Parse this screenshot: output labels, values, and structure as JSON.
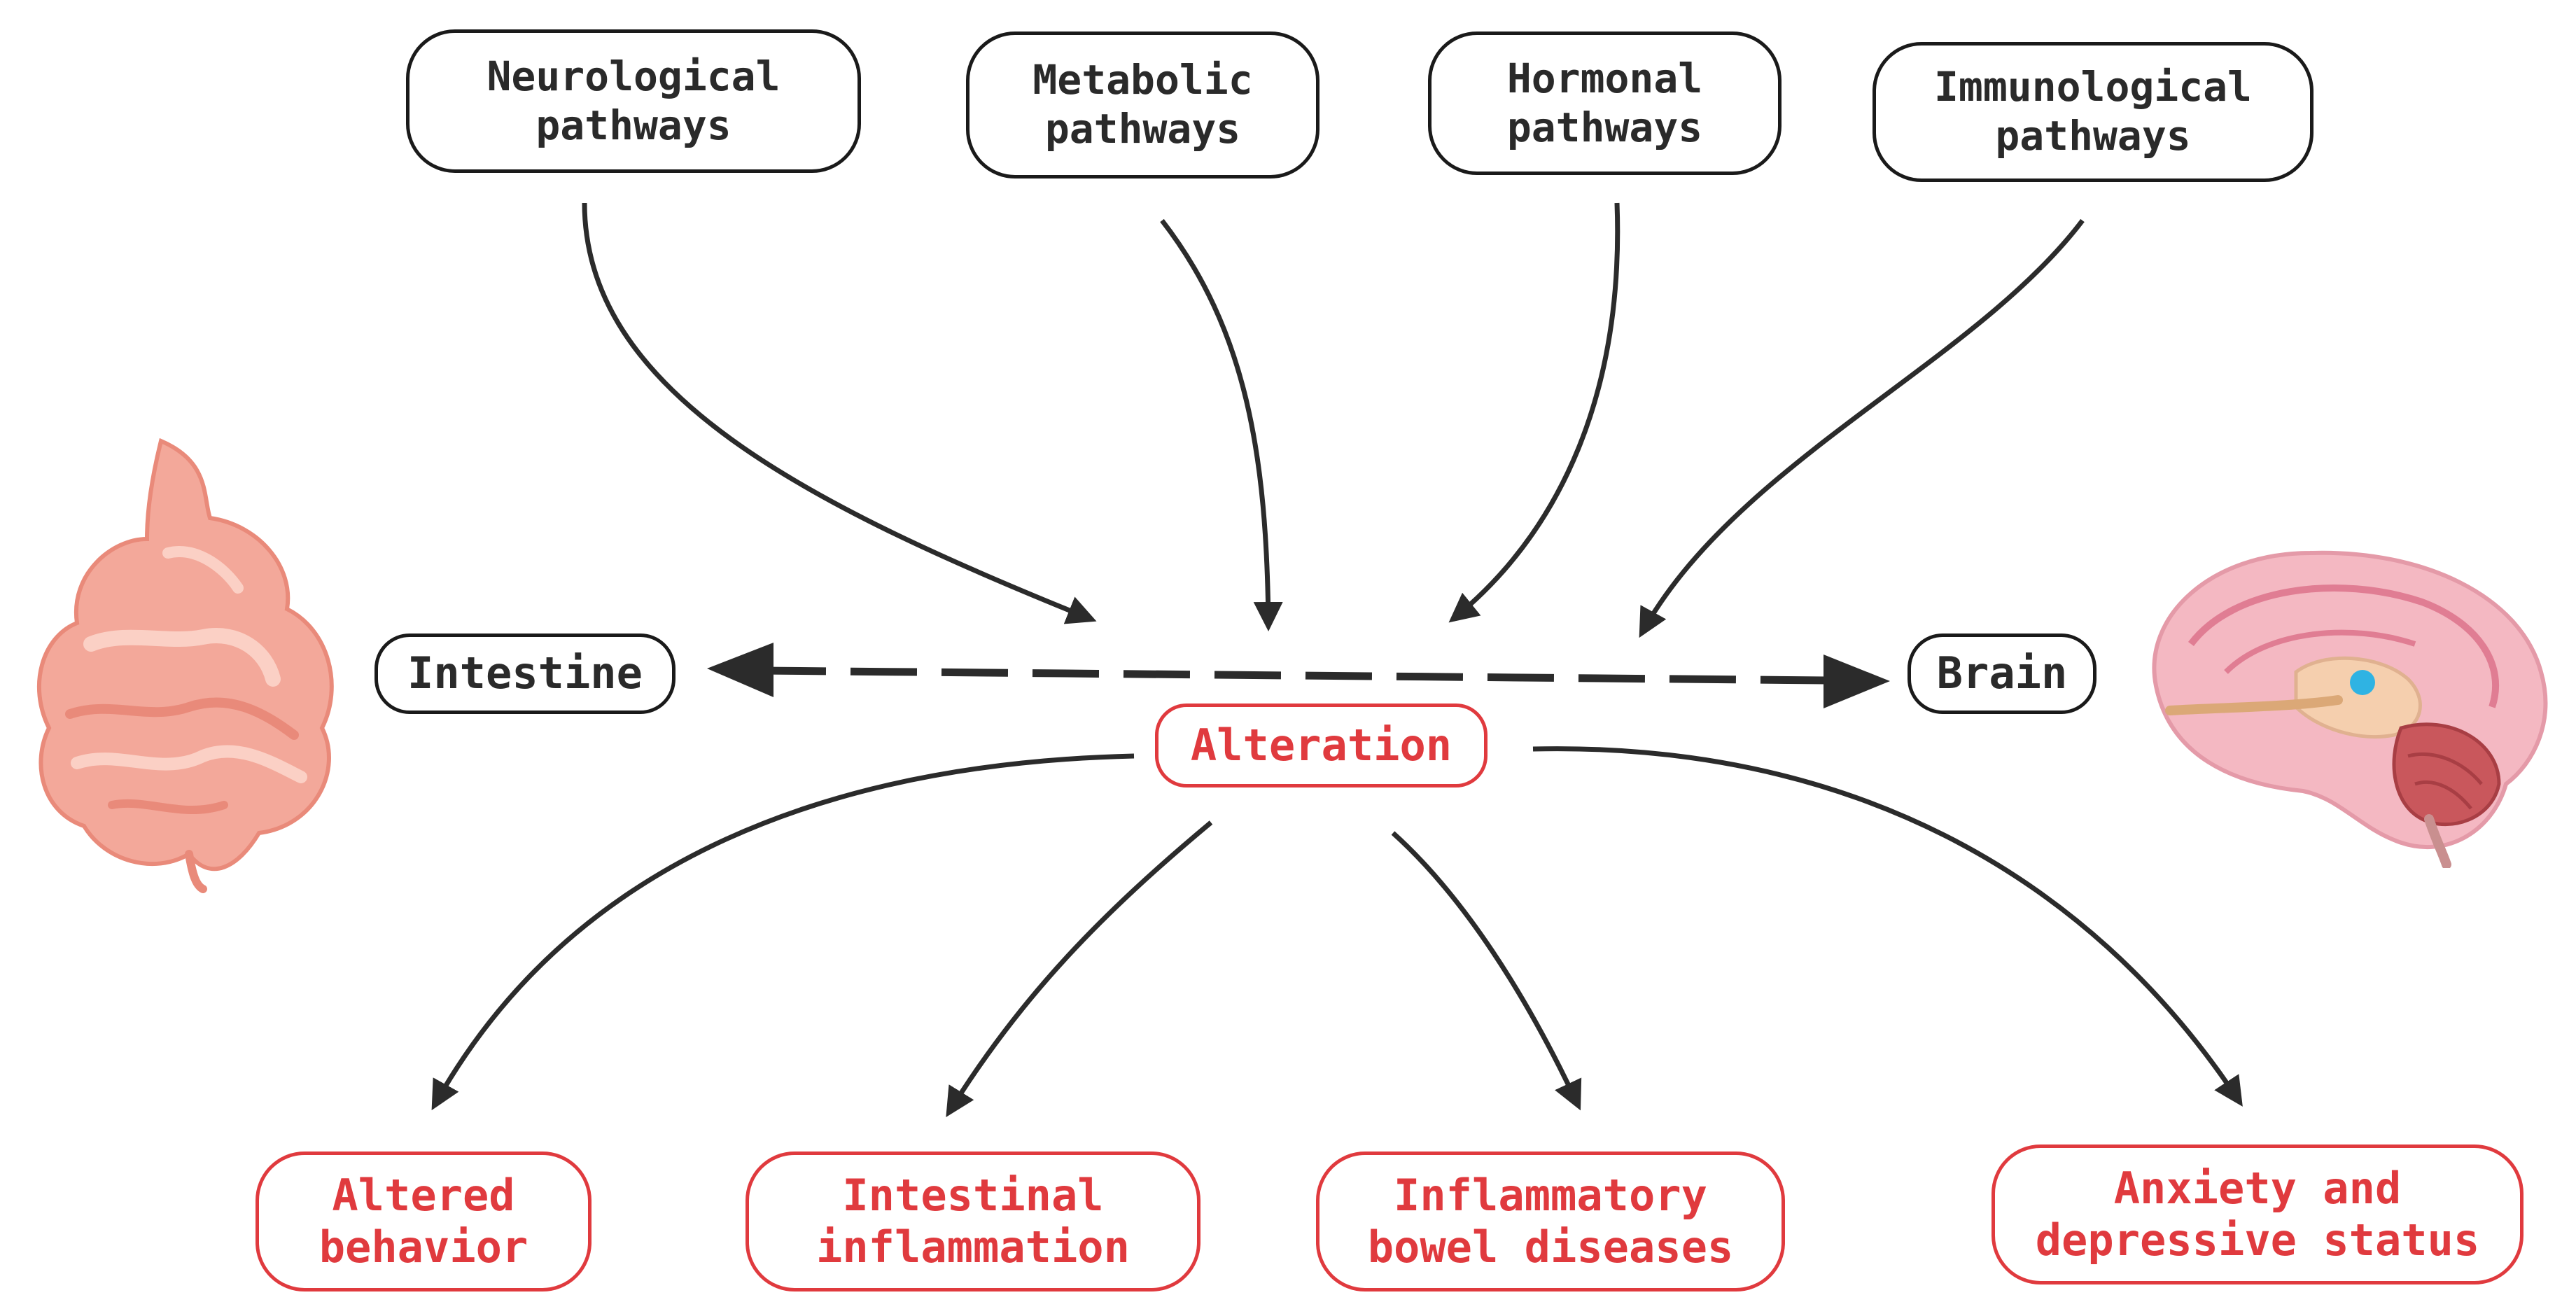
{
  "pathways": [
    {
      "label": "Neurological\npathways"
    },
    {
      "label": "Metabolic\npathways"
    },
    {
      "label": "Hormonal\npathways"
    },
    {
      "label": "Immunological\npathways"
    }
  ],
  "axis": {
    "left_label": "Intestine",
    "right_label": "Brain",
    "center_label": "Alteration"
  },
  "outcomes": [
    {
      "label": "Altered\nbehavior"
    },
    {
      "label": "Intestinal\ninflammation"
    },
    {
      "label": "Inflammatory\nbowel diseases"
    },
    {
      "label": "Anxiety and\ndepressive status"
    }
  ],
  "images": {
    "left": "intestine-illustration",
    "right": "brain-illustration"
  },
  "colors": {
    "outline": "#1a1a1a",
    "highlight": "#e03a3e",
    "intestine": "#f3a89a",
    "brain": "#f4b8c2"
  }
}
